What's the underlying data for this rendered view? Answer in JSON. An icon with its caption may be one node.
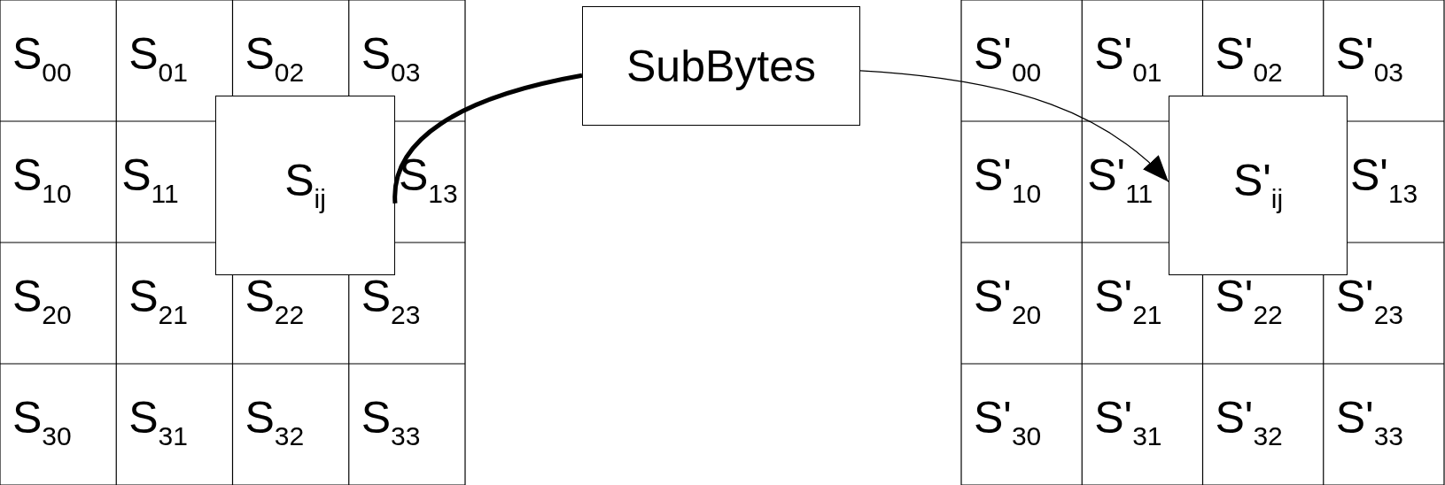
{
  "diagram": {
    "nodes": [
      {
        "text": [
          "S$_{ij}$"
        ]
      },
      {
        "text": [
          "SubBytes"
        ]
      },
      {
        "text": [
          "S'$_{ij}$"
        ]
      }
    ],
    "edges": [
      {
        "from": 0,
        "to": 1,
        "arrow": "none",
        "style": "thick"
      },
      {
        "from": 1,
        "to": 2,
        "arrow": "to"
      }
    ],
    "labels": [
      "S$_{00}$",
      "S$_{01}$",
      "S$_{02}$",
      "S$_{03}$",
      "S$_{10}$",
      "S$_{11}$",
      "S$_{13}$",
      "S$_{20}$",
      "S$_{21}$",
      "S$_{22}$",
      "S$_{23}$",
      "S$_{30}$",
      "S$_{31}$",
      "S$_{32}$",
      "S$_{33}$",
      "S'$_{00}$",
      "S'$_{01}$",
      "S'$_{02}$",
      "S'$_{03}$",
      "S'$_{10}$",
      "S'$_{11}$",
      "S'$_{13}$",
      "S'$_{20}$",
      "S'$_{21}$",
      "S'$_{22}$",
      "S'$_{23}$",
      "S'$_{30}$",
      "S'$_{31}$",
      "S'$_{32}$",
      "S'$_{33}$"
    ]
  }
}
